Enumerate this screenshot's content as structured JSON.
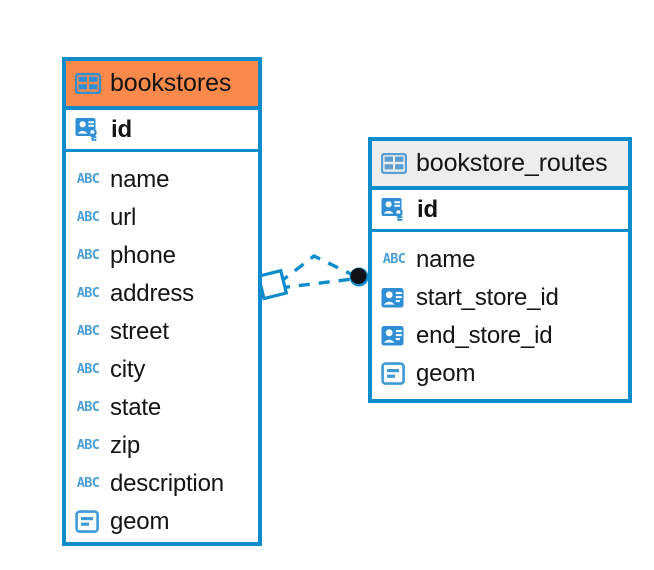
{
  "diagram": {
    "type": "entity-relationship-diagram",
    "background": "#ffffff",
    "accent_color": "#0e8ccc",
    "highlight_color": "#fa8a4b",
    "neutral_header_color": "#ededed"
  },
  "entities": [
    {
      "name": "bookstores",
      "header_icon": "table-icon",
      "header_color": "#fa8a4b",
      "fields": [
        {
          "name": "id",
          "icon": "primary-key-icon",
          "key": "primary"
        },
        {
          "name": "name",
          "icon": "abc-icon",
          "key": "none"
        },
        {
          "name": "url",
          "icon": "abc-icon",
          "key": "none"
        },
        {
          "name": "phone",
          "icon": "abc-icon",
          "key": "none"
        },
        {
          "name": "address",
          "icon": "abc-icon",
          "key": "none"
        },
        {
          "name": "street",
          "icon": "abc-icon",
          "key": "none"
        },
        {
          "name": "city",
          "icon": "abc-icon",
          "key": "none"
        },
        {
          "name": "state",
          "icon": "abc-icon",
          "key": "none"
        },
        {
          "name": "zip",
          "icon": "abc-icon",
          "key": "none"
        },
        {
          "name": "description",
          "icon": "abc-icon",
          "key": "none"
        },
        {
          "name": "geom",
          "icon": "geometry-icon",
          "key": "none"
        }
      ]
    },
    {
      "name": "bookstore_routes",
      "header_icon": "table-icon",
      "header_color": "#ededed",
      "fields": [
        {
          "name": "id",
          "icon": "primary-key-icon",
          "key": "primary"
        },
        {
          "name": "name",
          "icon": "abc-icon",
          "key": "none"
        },
        {
          "name": "start_store_id",
          "icon": "foreign-key-icon",
          "key": "foreign"
        },
        {
          "name": "end_store_id",
          "icon": "foreign-key-icon",
          "key": "foreign"
        },
        {
          "name": "geom",
          "icon": "geometry-icon",
          "key": "none"
        }
      ]
    }
  ],
  "relationship": {
    "from_entity": "bookstores",
    "to_entity": "bookstore_routes",
    "line_style": "dashed",
    "line_color": "#0e8ccc",
    "source_marker": "diamond-marker",
    "target_marker": "filled-circle-marker",
    "strands": 2
  },
  "icon_glyphs": {
    "abc": "ABC"
  }
}
